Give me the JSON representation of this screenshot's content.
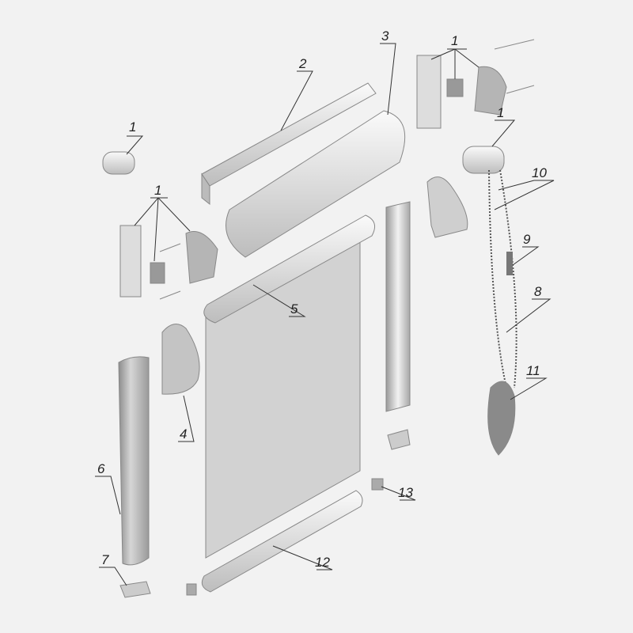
{
  "title": "Roller blind exploded assembly diagram",
  "labels": [
    "1",
    "1",
    "1",
    "1",
    "2",
    "3",
    "4",
    "5",
    "6",
    "7",
    "8",
    "9",
    "10",
    "11",
    "12",
    "13"
  ],
  "colors": {
    "background": "#f2f2f2",
    "part_light": "#e6e6e6",
    "part_mid": "#c8c8c8",
    "part_dark": "#8a8a8a",
    "fabric": "#d4d4d4"
  }
}
